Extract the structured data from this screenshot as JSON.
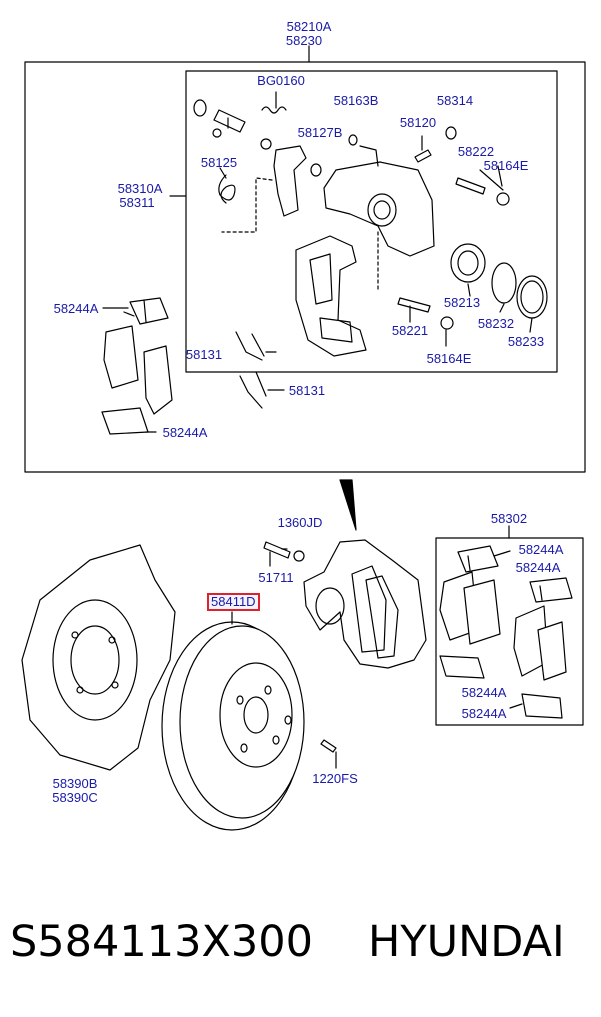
{
  "labels": {
    "l58210a": "58210A",
    "l58230": "58230",
    "lbg0160": "BG0160",
    "l58163b": "58163B",
    "l58314": "58314",
    "l58120": "58120",
    "l58127b": "58127B",
    "l58222": "58222",
    "l58164e_a": "58164E",
    "l58125": "58125",
    "l58310a": "58310A",
    "l58311": "58311",
    "l58244a_1": "58244A",
    "l58213": "58213",
    "l58232": "58232",
    "l58233": "58233",
    "l58221": "58221",
    "l58164e_b": "58164E",
    "l58131_a": "58131",
    "l58131_b": "58131",
    "l58244a_2": "58244A",
    "l1360jd": "1360JD",
    "l51711": "51711",
    "l58302": "58302",
    "l58244a_3": "58244A",
    "l58244a_4": "58244A",
    "l58411d": "58411D",
    "l58244a_5": "58244A",
    "l58244a_6": "58244A",
    "l1220fs": "1220FS",
    "l58390b": "58390B",
    "l58390c": "58390C"
  },
  "footer": {
    "part_number": "S584113X300",
    "brand": "HYUNDAI"
  },
  "colors": {
    "label": "#1a1aa8",
    "highlight_border": "#e0202a",
    "line": "#000000"
  }
}
